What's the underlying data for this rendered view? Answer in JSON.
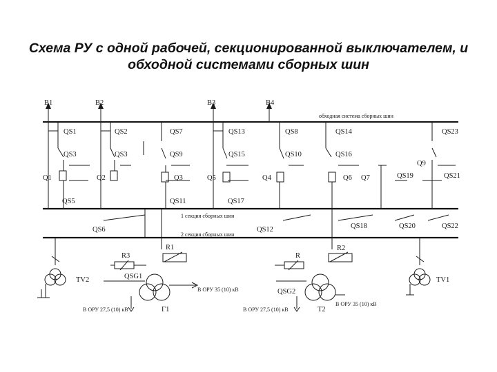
{
  "title": {
    "line1": "Схема РУ с одной рабочей, секционированной выключателем, и",
    "line2": "обходной системами сборных шин"
  },
  "lines": {
    "b1": "В1",
    "b2": "В2",
    "b3": "В3",
    "b4": "В4"
  },
  "buses": {
    "bypass": "обходная система сборных шин",
    "section1": "1 секция сборных шин",
    "section2": "2 секция сборных шин"
  },
  "labels": {
    "qs1": "QS1",
    "qs2": "QS2",
    "qs7": "QS7",
    "qs13": "QS13",
    "qs8": "QS8",
    "qs14": "QS14",
    "qs23": "QS23",
    "qs3a": "QS3",
    "qs3b": "QS3",
    "qs9": "QS9",
    "qs15": "QS15",
    "qs10": "QS10",
    "qs16": "QS16",
    "q1": "Q1",
    "q2": "Q2",
    "q3": "Q3",
    "q5": "Q5",
    "q4": "Q4",
    "q6": "Q6",
    "q7": "Q7",
    "q9": "Q9",
    "qs19": "QS19",
    "qs21": "QS21",
    "qs5": "QS5",
    "qs11": "QS11",
    "qs17": "QS17",
    "qs6": "QS6",
    "qs12": "QS12",
    "qs18": "QS18",
    "qs20": "QS20",
    "qs22": "QS22",
    "r3": "R3",
    "r1": "R1",
    "r": "R",
    "r2": "R2",
    "qsg1": "QSG1",
    "qsg2": "QSG2",
    "tv2": "TV2",
    "tv1": "TV1",
    "g1": "Г1",
    "t2": "Т2"
  },
  "outputs": {
    "oru35_1": "В ОРУ 35 (10) кВ",
    "oru275_1": "В ОРУ 27,5 (10) кВ",
    "oru275_2": "В ОРУ 27,5 (10) кВ",
    "oru35_2": "В ОРУ 35 (10) кВ"
  }
}
